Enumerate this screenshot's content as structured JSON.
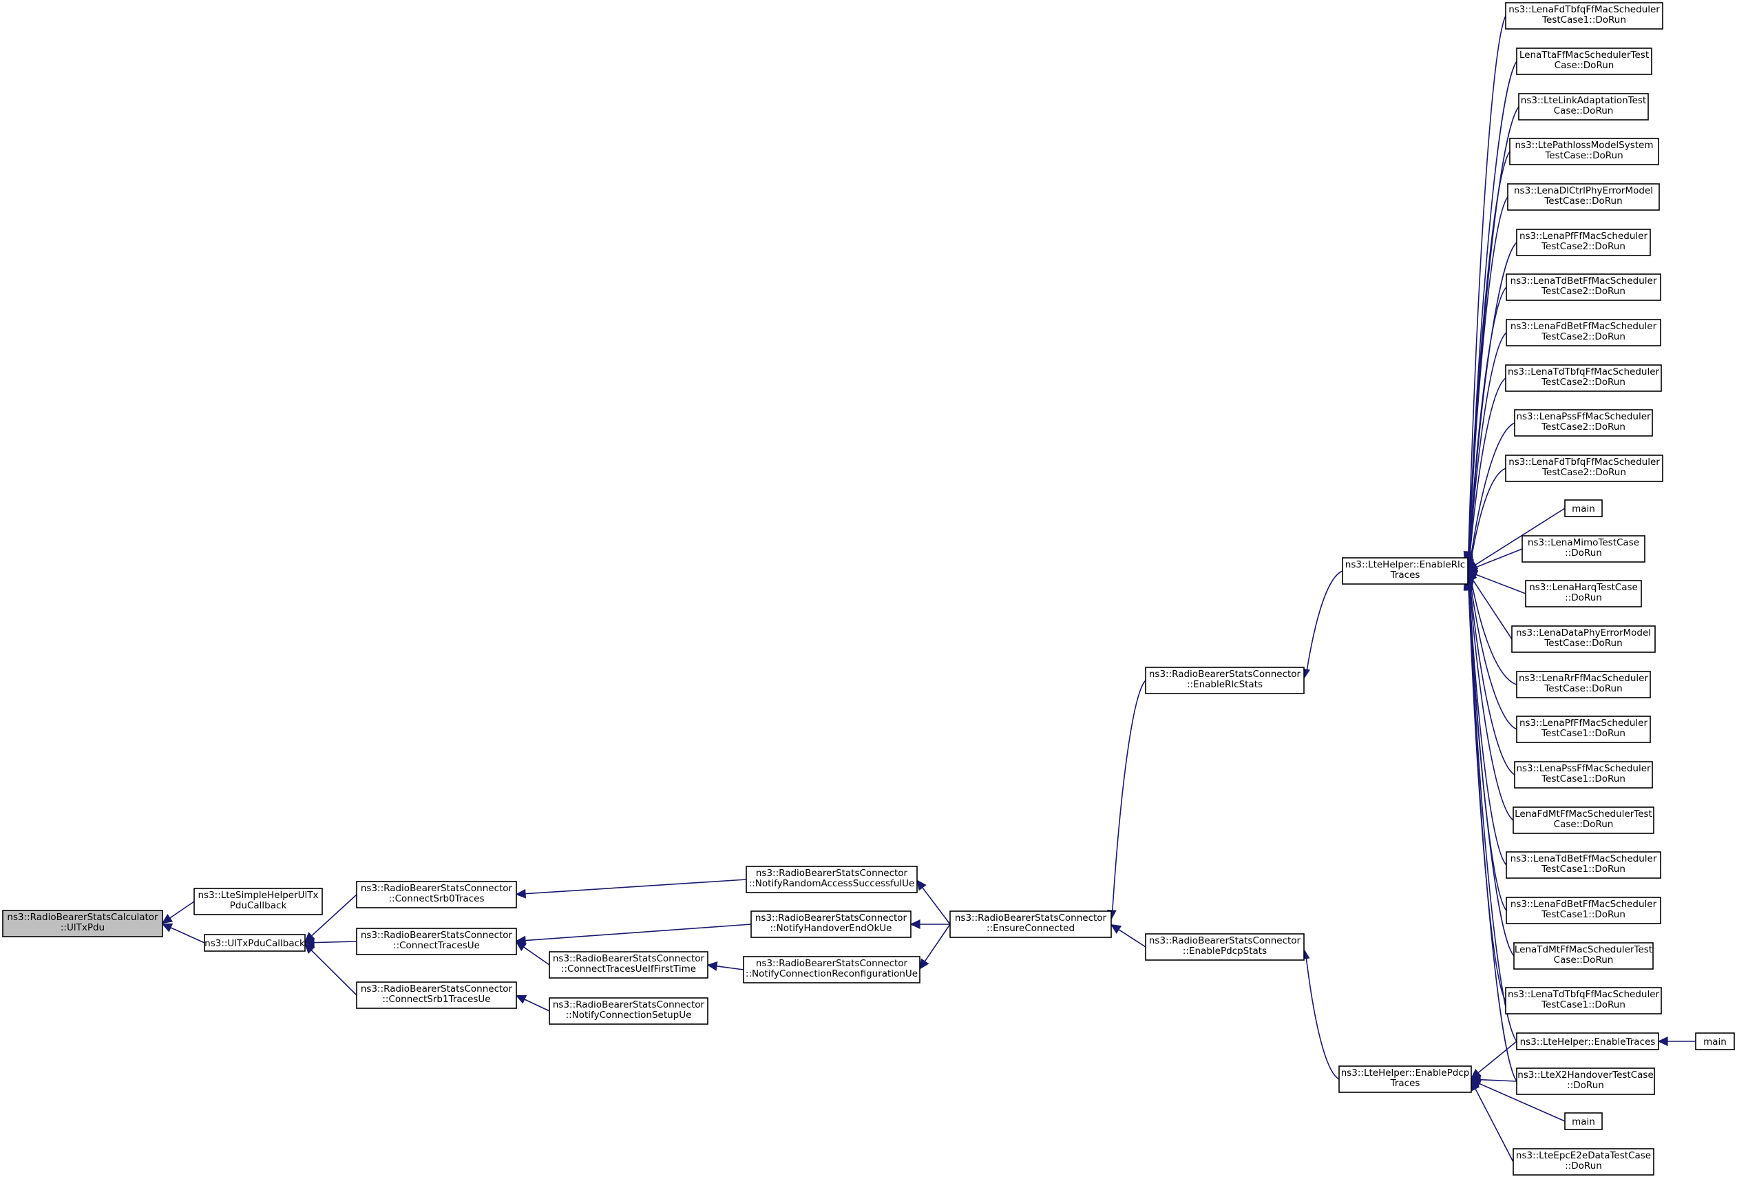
{
  "graph": {
    "nodes": [
      {
        "id": "n0",
        "lines": [
          "ns3::RadioBearerStatsCalculator",
          "::UlTxPdu"
        ],
        "root": true
      },
      {
        "id": "n1",
        "lines": [
          "ns3::LteSimpleHelperUlTx",
          "PduCallback"
        ]
      },
      {
        "id": "n2",
        "lines": [
          "ns3::UlTxPduCallback"
        ]
      },
      {
        "id": "n3",
        "lines": [
          "ns3::RadioBearerStatsConnector",
          "::ConnectSrb0Traces"
        ]
      },
      {
        "id": "n4",
        "lines": [
          "ns3::RadioBearerStatsConnector",
          "::ConnectTracesUe"
        ]
      },
      {
        "id": "n5",
        "lines": [
          "ns3::RadioBearerStatsConnector",
          "::ConnectSrb1TracesUe"
        ]
      },
      {
        "id": "n6",
        "lines": [
          "ns3::RadioBearerStatsConnector",
          "::ConnectTracesUeIfFirstTime"
        ]
      },
      {
        "id": "n7",
        "lines": [
          "ns3::RadioBearerStatsConnector",
          "::NotifyConnectionSetupUe"
        ]
      },
      {
        "id": "n8",
        "lines": [
          "ns3::RadioBearerStatsConnector",
          "::NotifyRandomAccessSuccessfulUe"
        ]
      },
      {
        "id": "n9",
        "lines": [
          "ns3::RadioBearerStatsConnector",
          "::NotifyHandoverEndOkUe"
        ]
      },
      {
        "id": "n10",
        "lines": [
          "ns3::RadioBearerStatsConnector",
          "::NotifyConnectionReconfigurationUe"
        ]
      },
      {
        "id": "n11",
        "lines": [
          "ns3::RadioBearerStatsConnector",
          "::EnsureConnected"
        ]
      },
      {
        "id": "n12",
        "lines": [
          "ns3::RadioBearerStatsConnector",
          "::EnableRlcStats"
        ]
      },
      {
        "id": "n13",
        "lines": [
          "ns3::RadioBearerStatsConnector",
          "::EnablePdcpStats"
        ]
      },
      {
        "id": "n14",
        "lines": [
          "ns3::LteHelper::EnableRlc",
          "Traces"
        ]
      },
      {
        "id": "n15",
        "lines": [
          "ns3::LteHelper::EnablePdcp",
          "Traces"
        ]
      },
      {
        "id": "t0",
        "lines": [
          "ns3::LenaFdTbfqFfMacScheduler",
          "TestCase1::DoRun"
        ]
      },
      {
        "id": "t1",
        "lines": [
          "LenaTtaFfMacSchedulerTest",
          "Case::DoRun"
        ]
      },
      {
        "id": "t2",
        "lines": [
          "ns3::LteLinkAdaptationTest",
          "Case::DoRun"
        ]
      },
      {
        "id": "t3",
        "lines": [
          "ns3::LtePathlossModelSystem",
          "TestCase::DoRun"
        ]
      },
      {
        "id": "t4",
        "lines": [
          "ns3::LenaDlCtrlPhyErrorModel",
          "TestCase::DoRun"
        ]
      },
      {
        "id": "t5",
        "lines": [
          "ns3::LenaPfFfMacScheduler",
          "TestCase2::DoRun"
        ]
      },
      {
        "id": "t6",
        "lines": [
          "ns3::LenaTdBetFfMacScheduler",
          "TestCase2::DoRun"
        ]
      },
      {
        "id": "t7",
        "lines": [
          "ns3::LenaFdBetFfMacScheduler",
          "TestCase2::DoRun"
        ]
      },
      {
        "id": "t8",
        "lines": [
          "ns3::LenaTdTbfqFfMacScheduler",
          "TestCase2::DoRun"
        ]
      },
      {
        "id": "t9",
        "lines": [
          "ns3::LenaPssFfMacScheduler",
          "TestCase2::DoRun"
        ]
      },
      {
        "id": "t10",
        "lines": [
          "ns3::LenaFdTbfqFfMacScheduler",
          "TestCase2::DoRun"
        ]
      },
      {
        "id": "t11",
        "lines": [
          "main"
        ]
      },
      {
        "id": "t12",
        "lines": [
          "ns3::LenaMimoTestCase",
          "::DoRun"
        ]
      },
      {
        "id": "t13",
        "lines": [
          "ns3::LenaHarqTestCase",
          "::DoRun"
        ]
      },
      {
        "id": "t14",
        "lines": [
          "ns3::LenaDataPhyErrorModel",
          "TestCase::DoRun"
        ]
      },
      {
        "id": "t15",
        "lines": [
          "ns3::LenaRrFfMacScheduler",
          "TestCase::DoRun"
        ]
      },
      {
        "id": "t16",
        "lines": [
          "ns3::LenaPfFfMacScheduler",
          "TestCase1::DoRun"
        ]
      },
      {
        "id": "t17",
        "lines": [
          "ns3::LenaPssFfMacScheduler",
          "TestCase1::DoRun"
        ]
      },
      {
        "id": "t18",
        "lines": [
          "LenaFdMtFfMacSchedulerTest",
          "Case::DoRun"
        ]
      },
      {
        "id": "t19",
        "lines": [
          "ns3::LenaTdBetFfMacScheduler",
          "TestCase1::DoRun"
        ]
      },
      {
        "id": "t20",
        "lines": [
          "ns3::LenaFdBetFfMacScheduler",
          "TestCase1::DoRun"
        ]
      },
      {
        "id": "t21",
        "lines": [
          "LenaTdMtFfMacSchedulerTest",
          "Case::DoRun"
        ]
      },
      {
        "id": "t22",
        "lines": [
          "ns3::LenaTdTbfqFfMacScheduler",
          "TestCase1::DoRun"
        ]
      },
      {
        "id": "t23",
        "lines": [
          "ns3::LteHelper::EnableTraces"
        ]
      },
      {
        "id": "t24",
        "lines": [
          "ns3::LteX2HandoverTestCase",
          "::DoRun"
        ]
      },
      {
        "id": "t25",
        "lines": [
          "main"
        ]
      },
      {
        "id": "t26",
        "lines": [
          "ns3::LteEpcE2eDataTestCase",
          "::DoRun"
        ]
      },
      {
        "id": "m0",
        "lines": [
          "main"
        ]
      }
    ],
    "edges": [
      {
        "from": "n1",
        "to": "n0"
      },
      {
        "from": "n2",
        "to": "n0"
      },
      {
        "from": "n3",
        "to": "n2"
      },
      {
        "from": "n4",
        "to": "n2"
      },
      {
        "from": "n5",
        "to": "n2"
      },
      {
        "from": "n8",
        "to": "n3"
      },
      {
        "from": "n9",
        "to": "n4"
      },
      {
        "from": "n6",
        "to": "n4"
      },
      {
        "from": "n7",
        "to": "n5"
      },
      {
        "from": "n10",
        "to": "n6"
      },
      {
        "from": "n11",
        "to": "n8"
      },
      {
        "from": "n11",
        "to": "n9"
      },
      {
        "from": "n11",
        "to": "n10"
      },
      {
        "from": "n12",
        "to": "n11"
      },
      {
        "from": "n13",
        "to": "n11"
      },
      {
        "from": "n14",
        "to": "n12"
      },
      {
        "from": "n15",
        "to": "n13"
      },
      {
        "from": "t0",
        "to": "n14"
      },
      {
        "from": "t1",
        "to": "n14"
      },
      {
        "from": "t2",
        "to": "n14"
      },
      {
        "from": "t3",
        "to": "n14"
      },
      {
        "from": "t4",
        "to": "n14"
      },
      {
        "from": "t5",
        "to": "n14"
      },
      {
        "from": "t6",
        "to": "n14"
      },
      {
        "from": "t7",
        "to": "n14"
      },
      {
        "from": "t8",
        "to": "n14"
      },
      {
        "from": "t9",
        "to": "n14"
      },
      {
        "from": "t10",
        "to": "n14"
      },
      {
        "from": "t11",
        "to": "n14"
      },
      {
        "from": "t12",
        "to": "n14"
      },
      {
        "from": "t13",
        "to": "n14"
      },
      {
        "from": "t14",
        "to": "n14"
      },
      {
        "from": "t15",
        "to": "n14"
      },
      {
        "from": "t16",
        "to": "n14"
      },
      {
        "from": "t17",
        "to": "n14"
      },
      {
        "from": "t18",
        "to": "n14"
      },
      {
        "from": "t19",
        "to": "n14"
      },
      {
        "from": "t20",
        "to": "n14"
      },
      {
        "from": "t21",
        "to": "n14"
      },
      {
        "from": "t22",
        "to": "n14"
      },
      {
        "from": "t23",
        "to": "n14"
      },
      {
        "from": "t24",
        "to": "n14"
      },
      {
        "from": "t23",
        "to": "n15"
      },
      {
        "from": "t24",
        "to": "n15"
      },
      {
        "from": "t25",
        "to": "n15"
      },
      {
        "from": "t26",
        "to": "n15"
      },
      {
        "from": "m0",
        "to": "t23"
      }
    ]
  }
}
